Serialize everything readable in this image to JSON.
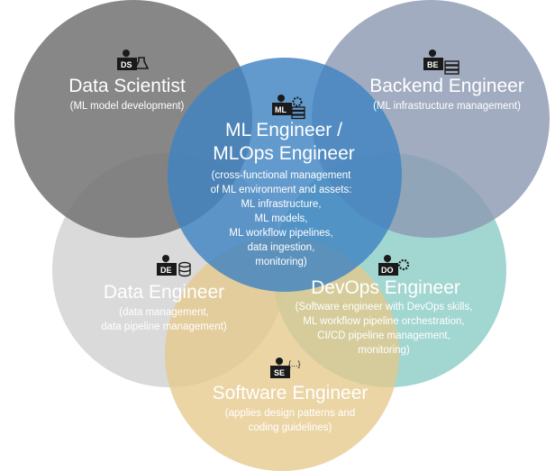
{
  "colors": {
    "data_scientist": "#727272",
    "backend_engineer": "#8e9ab2",
    "data_engineer": "#cfcfcf",
    "devops_engineer": "#86cbc4",
    "software_engineer": "#e5c98c",
    "ml_engineer": "#3f84c2",
    "icon": "#1a1a1a"
  },
  "roles": {
    "data_scientist": {
      "badge": "DS",
      "icon": "person-flask-icon",
      "title": "Data Scientist",
      "lines": [
        "(ML model development)"
      ]
    },
    "backend_engineer": {
      "badge": "BE",
      "icon": "person-server-icon",
      "title": "Backend Engineer",
      "lines": [
        "(ML infrastructure management)"
      ]
    },
    "ml_engineer": {
      "badge": "ML",
      "icon": "person-gear-server-icon",
      "title_lines": [
        "ML Engineer /",
        "MLOps Engineer"
      ],
      "lines": [
        "(cross-functional management",
        "of ML environment and assets:",
        "ML infrastructure,",
        "ML models,",
        "ML workflow pipelines,",
        "data ingestion,",
        "monitoring)"
      ]
    },
    "data_engineer": {
      "badge": "DE",
      "icon": "person-database-icon",
      "title": "Data Engineer",
      "lines": [
        "(data management,",
        "data pipeline management)"
      ]
    },
    "devops_engineer": {
      "badge": "DO",
      "icon": "person-gear-icon",
      "title": "DevOps Engineer",
      "lines": [
        "(Software engineer with DevOps skills,",
        "ML workflow pipeline orchestration,",
        "CI/CD pipeline management,",
        "monitoring)"
      ]
    },
    "software_engineer": {
      "badge": "SE",
      "icon": "person-code-icon",
      "icon_text": "{...}",
      "title": "Software Engineer",
      "lines": [
        "(applies design patterns and",
        "coding guidelines)"
      ]
    }
  }
}
